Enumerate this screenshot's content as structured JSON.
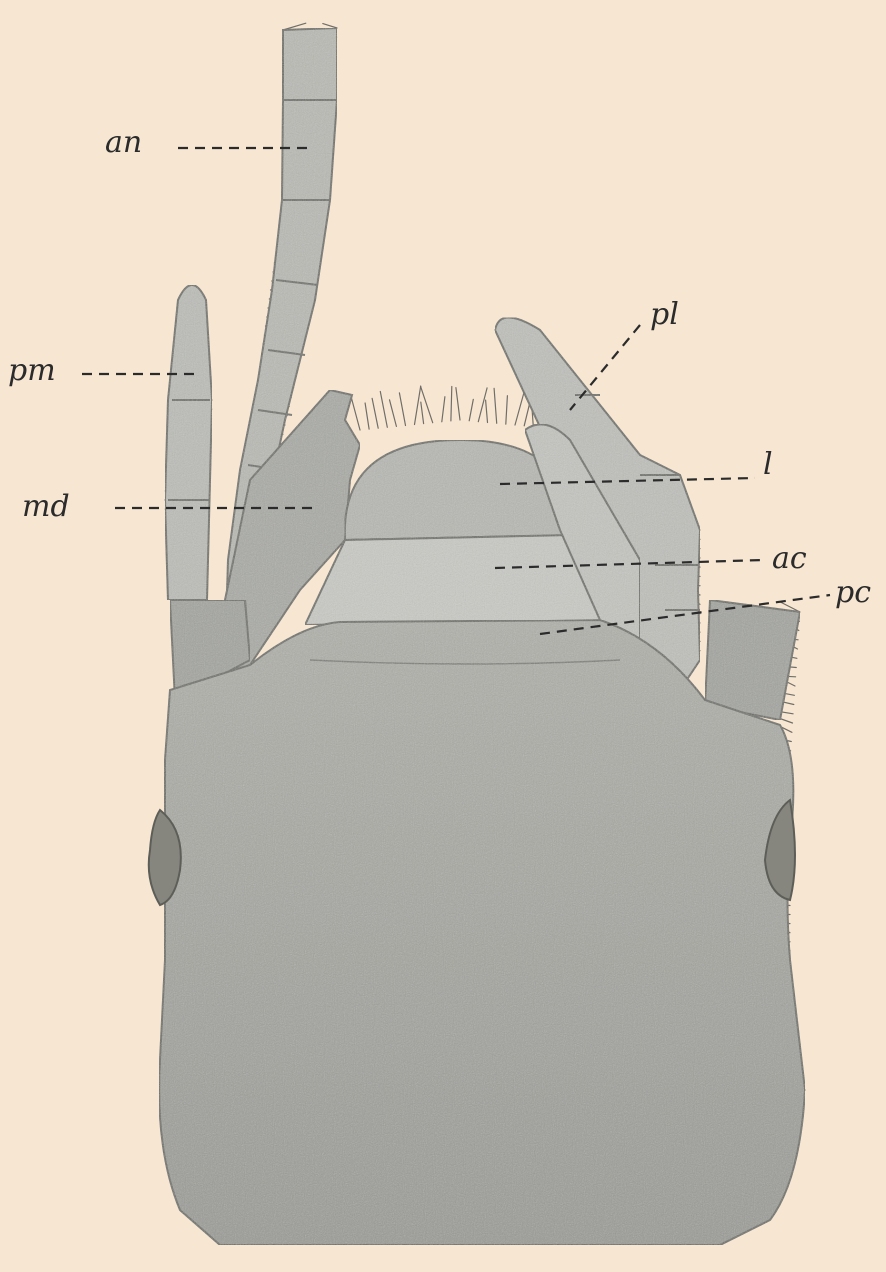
{
  "colors": {
    "paper": "#f7e7d2",
    "body_fill": "#a8a8a3",
    "segment_fill": "#c2c3bd",
    "outline": "#6d6d68",
    "ink": "#2b2b2b"
  },
  "labels": {
    "an": "an",
    "pm": "pm",
    "md": "md",
    "pl": "pl",
    "l": "l",
    "ac": "ac",
    "pc": "pc"
  }
}
